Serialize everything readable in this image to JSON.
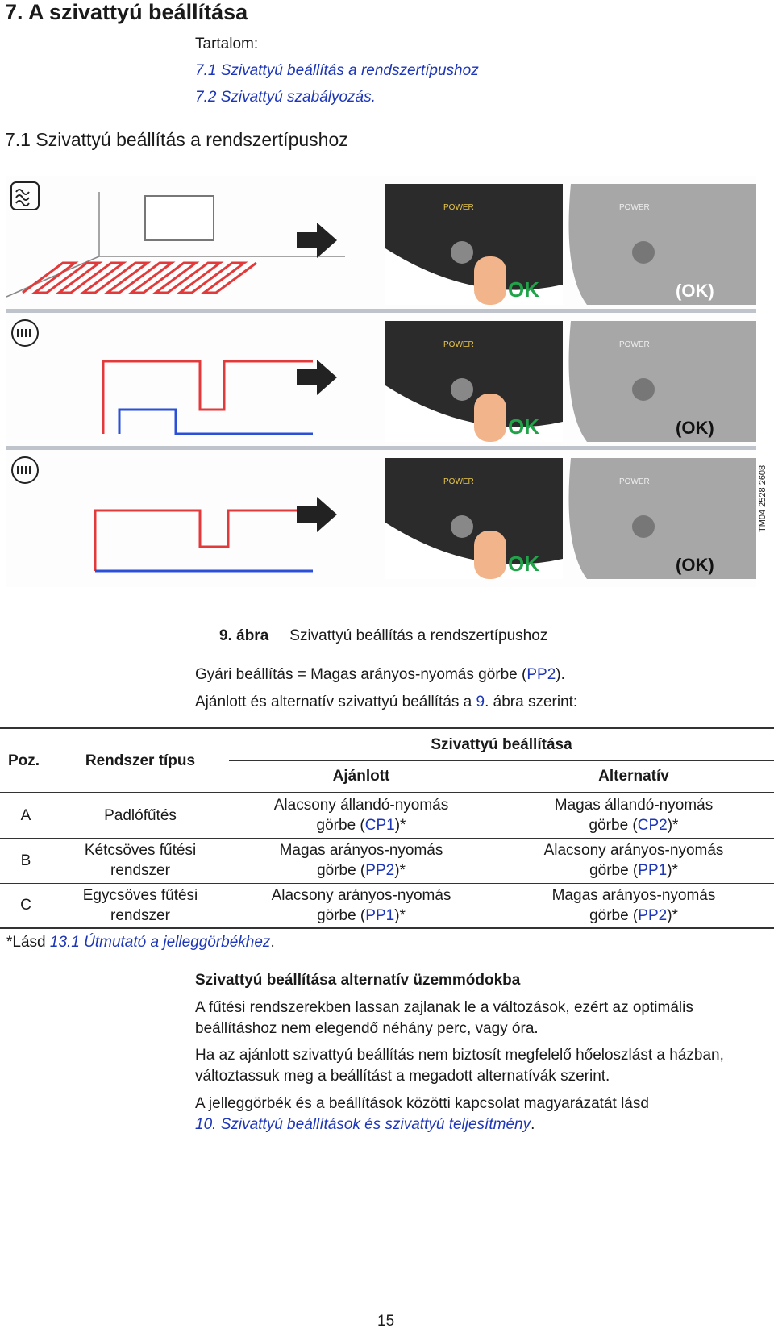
{
  "heading": "7. A szivattyú beállítása",
  "toc": {
    "label": "Tartalom:",
    "items": [
      "7.1 Szivattyú beállítás a rendszertípushoz",
      "7.2 Szivattyú szabályozás."
    ],
    "trailing_period": "."
  },
  "section_heading": "7.1 Szivattyú beállítás a rendszertípushoz",
  "figure": {
    "panels": [
      {
        "system_icon": "floor-heating-icon",
        "buttons": [
          "OK",
          "(OK)"
        ]
      },
      {
        "system_icon": "radiator-two-pipe-icon",
        "buttons": [
          "OK",
          "(OK)"
        ]
      },
      {
        "system_icon": "radiator-one-pipe-icon",
        "buttons": [
          "OK",
          "(OK)"
        ]
      }
    ],
    "display_label": "POWER",
    "code": "TM04 2528 2608",
    "caption_num": "9. ábra",
    "caption_text": "Szivattyú beállítás a rendszertípushoz",
    "colors": {
      "ok_green": "#21a34a",
      "red_pipe": "#e23a3a",
      "blue_pipe": "#2b4fd6",
      "dark_panel": "#2b2b2b",
      "grey_panel": "#a7a7a7"
    }
  },
  "intro": {
    "line1_a": "Gyári beállítás = Magas arányos-nyomás görbe (",
    "line1_b": "PP2",
    "line1_c": ").",
    "line2_a": "Ajánlott és alternatív szivattyú beállítás a ",
    "line2_b": "9",
    "line2_c": ". ábra szerint:"
  },
  "table": {
    "col_pos": "Poz.",
    "col_type": "Rendszer típus",
    "col_setting": "Szivattyú beállítása",
    "col_rec": "Ajánlott",
    "col_alt": "Alternatív",
    "rows": [
      {
        "pos": "A",
        "type1": "Padlófűtés",
        "type2": "",
        "rec1": "Alacsony állandó-nyomás",
        "rec2_a": "görbe (",
        "rec2_b": "CP1",
        "rec2_c": ")*",
        "alt1": "Magas állandó-nyomás",
        "alt2_a": "görbe (",
        "alt2_b": "CP2",
        "alt2_c": ")*"
      },
      {
        "pos": "B",
        "type1": "Kétcsöves fűtési",
        "type2": "rendszer",
        "rec1": "Magas arányos-nyomás",
        "rec2_a": "görbe (",
        "rec2_b": "PP2",
        "rec2_c": ")*",
        "alt1": "Alacsony arányos-nyomás",
        "alt2_a": "görbe (",
        "alt2_b": "PP1",
        "alt2_c": ")*"
      },
      {
        "pos": "C",
        "type1": "Egycsöves fűtési",
        "type2": "rendszer",
        "rec1": "Alacsony arányos-nyomás",
        "rec2_a": "görbe (",
        "rec2_b": "PP1",
        "rec2_c": ")*",
        "alt1": "Magas arányos-nyomás",
        "alt2_a": "görbe (",
        "alt2_b": "PP2",
        "alt2_c": ")*"
      }
    ]
  },
  "footnote": {
    "a": "*Lásd ",
    "b": "13.1 Útmutató a jelleggörbékhez",
    "c": "."
  },
  "alt_section": {
    "title": "Szivattyú beállítása alternatív üzemmódokba",
    "p1": "A fűtési rendszerekben lassan zajlanak le a változások, ezért az optimális beállításhoz nem elegendő néhány perc, vagy óra.",
    "p2": "Ha az ajánlott szivattyú beállítás nem biztosít megfelelő hőeloszlást a házban, változtassuk meg a beállítást a megadott alternatívák szerint.",
    "p3_a": "A jelleggörbék és a beállítások közötti kapcsolat magyarázatát lásd",
    "p3_b": "10. Szivattyú beállítások és szivattyú teljesítmény",
    "p3_c": "."
  },
  "page_number": "15"
}
